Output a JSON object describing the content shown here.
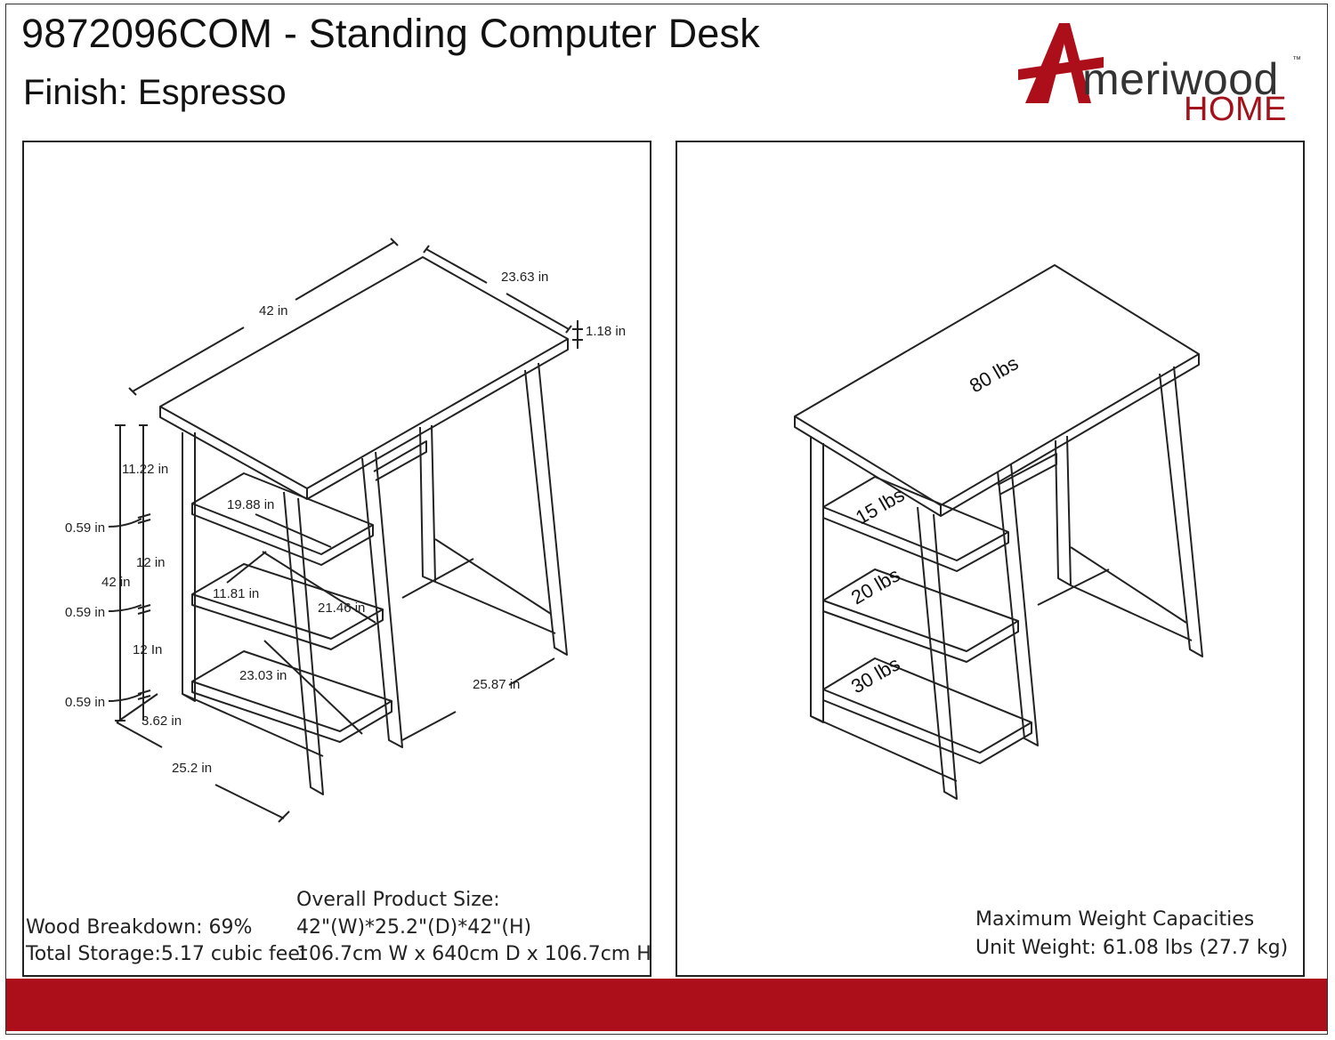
{
  "header": {
    "title": "9872096COM - Standing Computer Desk",
    "finish": "Finish: Espresso"
  },
  "brand": {
    "logo_word": "meriwood",
    "logo_tm": "™",
    "logo_home": "HOME",
    "logo_color": "#ad0f1a"
  },
  "dimensions": {
    "top_width": "42 in",
    "top_depth": "23.63 in",
    "top_thickness": "1.18 in",
    "shelf_gap_top": "11.22 in",
    "shelf_width_upper": "19.88 in",
    "shelf_thickness_1": "0.59 in",
    "shelf_gap_1": "12 in",
    "overall_height": "42 in",
    "shelf_thickness_2": "0.59 in",
    "shelf_depth_middle": "11.81 in",
    "shelf_width_middle": "21.46 in",
    "shelf_gap_2": "12 In",
    "shelf_width_lower": "23.03 in",
    "shelf_thickness_3": "0.59 in",
    "bottom_clearance": "3.62 in",
    "base_depth": "25.87 in",
    "overall_depth": "25.2 in"
  },
  "capacities": {
    "top": "80 lbs",
    "shelf_1": "15 lbs",
    "shelf_2": "20 lbs",
    "shelf_3": "30 lbs"
  },
  "specs": {
    "wood_breakdown": "Wood Breakdown: 69%",
    "total_storage": "Total Storage:5.17 cubic feet",
    "overall_size_label": "Overall Product Size:",
    "size_inches": "42\"(W)*25.2\"(D)*42\"(H)",
    "size_cm": "106.7cm W x 640cm D x 106.7cm H",
    "max_weight_label": "Maximum Weight Capacities",
    "unit_weight": "Unit Weight: 61.08 lbs (27.7 kg)"
  },
  "colors": {
    "accent_red": "#ad0f1a",
    "line": "#222222"
  }
}
